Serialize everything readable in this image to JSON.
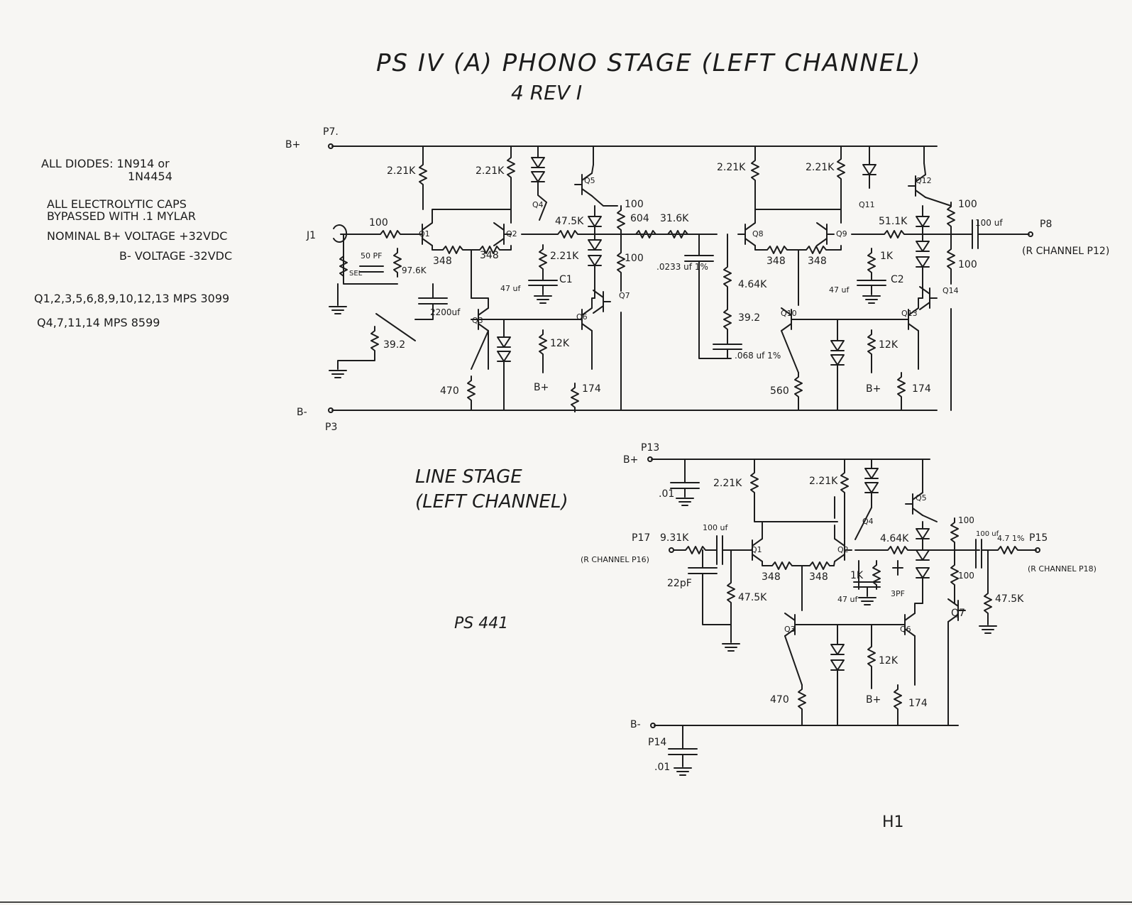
{
  "title": "PS IV (A) PHONO STAGE (LEFT CHANNEL)",
  "revision": "4 REV I",
  "notes": {
    "diodes_line1": "ALL DIODES: 1N914 or",
    "diodes_line2": "1N4454",
    "caps_line1": "ALL ELECTROLYTIC CAPS",
    "caps_line2": "BYPASSED WITH .1 MYLAR",
    "bplus_voltage": "NOMINAL B+ VOLTAGE +32VDC",
    "bminus_voltage": "B- VOLTAGE -32VDC",
    "transistors_npn": "Q1,2,3,5,6,8,9,10,12,13   MPS 3099",
    "transistors_pnp": "Q4,7,11,14   MPS 8599"
  },
  "phono": {
    "bplus": "B+",
    "p7": "P7.",
    "bminus": "B-",
    "p3": "P3",
    "j1": "J1",
    "p8": "P8",
    "p8_note": "(R CHANNEL P12)",
    "r_2_21k_a": "2.21K",
    "r_2_21k_b": "2.21K",
    "r_2_21k_c": "2.21K",
    "r_2_21k_d": "2.21K",
    "r_2_21k_e": "2.21K",
    "r100_in": "100",
    "r100_a": "100",
    "r100_b": "100",
    "r100_c": "100",
    "r100_d": "100",
    "r_sel": "SEL",
    "c_50pf": "50 PF",
    "r_97_6k": "97.6K",
    "r348_a": "348",
    "r348_b": "348",
    "r348_c": "348",
    "r348_d": "348",
    "r47_5k": "47.5K",
    "r604": "604",
    "r31_6k": "31.6K",
    "r51_1k": "51.1K",
    "r1k": "1K",
    "c1": "C1",
    "c2": "C2",
    "c47uf_a": "47 uf",
    "c47uf_b": "47 uf",
    "c2200uf": "2200uf",
    "r39_2_a": "39.2",
    "r39_2_b": "39.2",
    "c_0233": ".0233 uf 1%",
    "r4_64k": "4.64K",
    "c_068": ".068 uf 1%",
    "r12k_a": "12K",
    "r12k_b": "12K",
    "r470": "470",
    "r560": "560",
    "r174_a": "174",
    "r174_b": "174",
    "bplus_a": "B+",
    "bplus_b": "B+",
    "c100uf": "100 uf",
    "q1": "Q1",
    "q2": "Q2",
    "q3": "Q3",
    "q4": "Q4",
    "q5": "Q5",
    "q6": "Q6",
    "q7": "Q7",
    "q8": "Q8",
    "q9": "Q9",
    "q10": "Q10",
    "q11": "Q11",
    "q12": "Q12",
    "q13": "Q13",
    "q14": "Q14"
  },
  "line": {
    "title_line1": "LINE STAGE",
    "title_line2": "(LEFT CHANNEL)",
    "model": "PS 441",
    "p13": "P13",
    "bplus": "B+",
    "c_01_a": ".01",
    "r_2_21k_a": "2.21K",
    "r_2_21k_b": "2.21K",
    "p17": "P17",
    "p17_note": "(R CHANNEL P16)",
    "r9_31k": "9.31K",
    "c100uf_in": "100 uf",
    "c22pf": "22pF",
    "r47_5k_in": "47.5K",
    "r348_a": "348",
    "r348_b": "348",
    "r1k": "1K",
    "c47uf": "47 uf",
    "c3pf": "3PF",
    "r4_64k": "4.64K",
    "r100_a": "100",
    "r100_b": "100",
    "c100uf_out": "100 uf",
    "r4_7": "4.7 1%",
    "p15": "P15",
    "p15_note": "(R CHANNEL P18)",
    "r47_5k_out": "47.5K",
    "r12k": "12K",
    "bplus_b": "B+",
    "r470": "470",
    "r174": "174",
    "bminus": "B-",
    "p14": "P14",
    "c_01_b": ".01",
    "q1": "Q1",
    "q2": "Q2",
    "q3": "Q3",
    "q4": "Q4",
    "q5": "Q5",
    "q6": "Q6",
    "q7": "Q7"
  },
  "page_mark": "H1"
}
